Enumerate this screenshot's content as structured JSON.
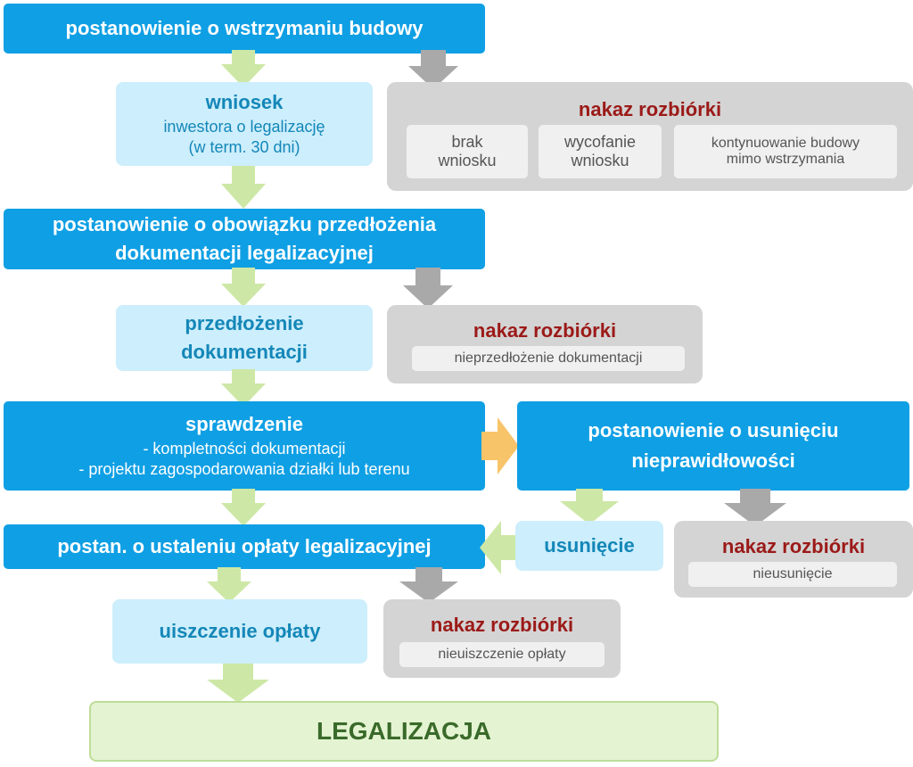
{
  "box1": {
    "text": "postanowienie o wstrzymaniu budowy"
  },
  "box2": {
    "title": "wniosek",
    "line1": "inwestora o legalizację",
    "line2": "(w term. 30 dni)"
  },
  "demolition1": {
    "title": "nakaz rozbiórki",
    "reasons": [
      {
        "line1": "brak",
        "line2": "wniosku"
      },
      {
        "line1": "wycofanie",
        "line2": "wniosku"
      },
      {
        "line1": "kontynuowanie budowy",
        "line2": "mimo wstrzymania"
      }
    ]
  },
  "box3": {
    "line1": "postanowienie o obowiązku przedłożenia",
    "line2": "dokumentacji legalizacyjnej"
  },
  "box4": {
    "line1": "przedłożenie",
    "line2": "dokumentacji"
  },
  "demolition2": {
    "title": "nakaz rozbiórki",
    "reason": "nieprzedłożenie dokumentacji"
  },
  "box5": {
    "title": "sprawdzenie",
    "line1": "- kompletności dokumentacji",
    "line2": "- projektu zagospodarowania działki lub terenu"
  },
  "box6": {
    "line1": "postanowienie o usunięciu",
    "line2": "nieprawidłowości"
  },
  "box7": {
    "text": "usunięcie"
  },
  "demolition3": {
    "title": "nakaz rozbiórki",
    "reason": "nieusunięcie"
  },
  "box8": {
    "text": "postan. o ustaleniu opłaty legalizacyjnej"
  },
  "box9": {
    "text": "uiszczenie opłaty"
  },
  "demolition4": {
    "title": "nakaz rozbiórki",
    "reason": "nieuiszczenie opłaty"
  },
  "final": {
    "text": "LEGALIZACJA"
  },
  "colors": {
    "blue": "#0f9fe4",
    "light_blue": "#cdeefc",
    "gray": "#d4d4d4",
    "green_arrow": "#cde8a6",
    "gray_arrow": "#a9a9a9",
    "orange_arrow": "#f8c46a",
    "red_title": "#9b1a18"
  }
}
